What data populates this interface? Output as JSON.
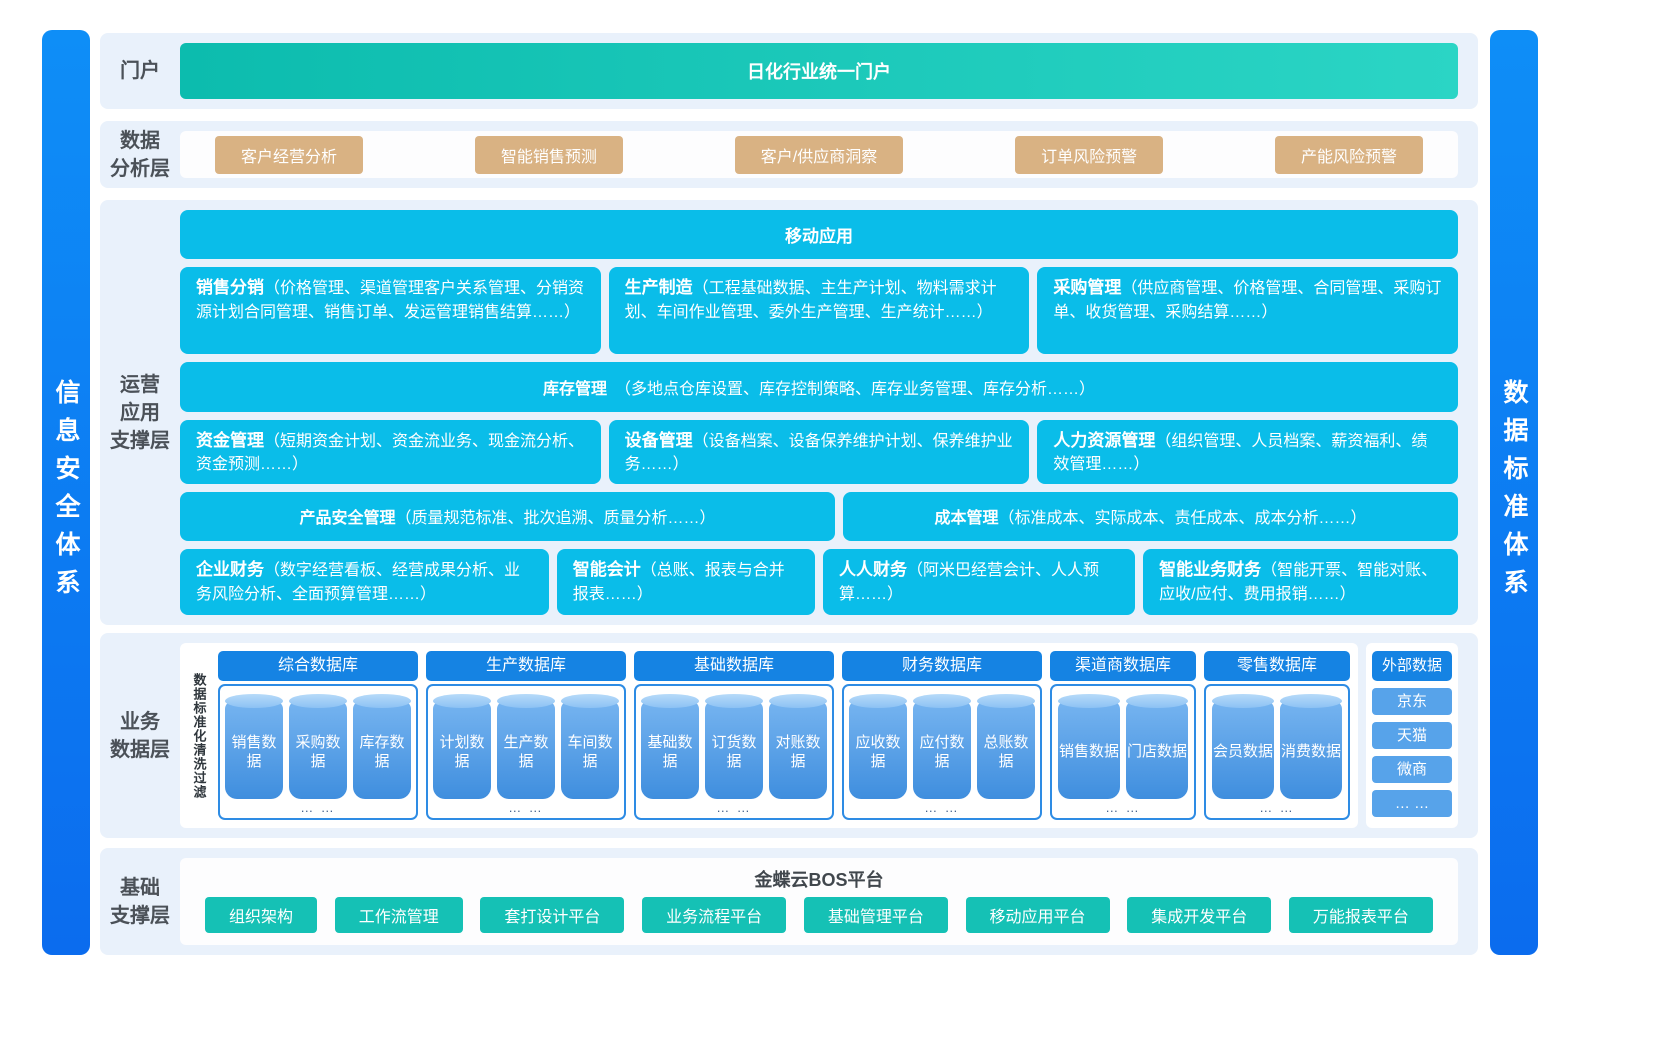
{
  "colors": {
    "teal": "#12c0b4",
    "cyan": "#0abde9",
    "tan": "#d9b283",
    "db_blue": "#1583e3",
    "sidebar_blue": "#0b7cf2",
    "panel_bg": "#e9f1fb"
  },
  "sidebar_left": "信息安全体系",
  "sidebar_right": "数据标准体系",
  "portal": {
    "label": "门户",
    "bar": "日化行业统一门户"
  },
  "analysis": {
    "label": [
      "数据",
      "分析层"
    ],
    "items": [
      "客户经营分析",
      "智能销售预测",
      "客户/供应商洞察",
      "订单风险预警",
      "产能风险预警"
    ]
  },
  "operations": {
    "label": [
      "运营",
      "应用",
      "支撑层"
    ],
    "mobile": "移动应用",
    "row1": [
      {
        "title": "销售分销",
        "desc": "（价格管理、渠道管理客户关系管理、分销资源计划合同管理、销售订单、发运管理销售结算……）"
      },
      {
        "title": "生产制造",
        "desc": "（工程基础数据、主生产计划、物料需求计划、车间作业管理、委外生产管理、生产统计……）"
      },
      {
        "title": "采购管理",
        "desc": "（供应商管理、价格管理、合同管理、采购订单、收货管理、采购结算……）"
      }
    ],
    "inventory": {
      "title": "库存管理",
      "desc": "（多地点仓库设置、库存控制策略、库存业务管理、库存分析……）"
    },
    "row2": [
      {
        "title": "资金管理",
        "desc": "（短期资金计划、资金流业务、现金流分析、资金预测……）"
      },
      {
        "title": "设备管理",
        "desc": "（设备档案、设备保养维护计划、保养维护业务……）"
      },
      {
        "title": "人力资源管理",
        "desc": "（组织管理、人员档案、薪资福利、绩效管理……）"
      }
    ],
    "row3": [
      {
        "title": "产品安全管理",
        "desc": "（质量规范标准、批次追溯、质量分析……）"
      },
      {
        "title": "成本管理",
        "desc": "（标准成本、实际成本、责任成本、成本分析……）"
      }
    ],
    "row4": [
      {
        "title": "企业财务",
        "desc": "（数字经营看板、经营成果分析、业务风险分析、全面预算管理……）"
      },
      {
        "title": "智能会计",
        "desc": "（总账、报表与合并报表……）"
      },
      {
        "title": "人人财务",
        "desc": "（阿米巴经营会计、人人预算……）"
      },
      {
        "title": "智能业务财务",
        "desc": "（智能开票、智能对账、应收/应付、费用报销……）"
      }
    ]
  },
  "databases": {
    "label": [
      "业务",
      "数据层"
    ],
    "strip": "数据标准化清洗过滤",
    "groups": [
      {
        "title": "综合数据库",
        "items": [
          "销售数据",
          "采购数据",
          "库存数据"
        ],
        "dots": "… …"
      },
      {
        "title": "生产数据库",
        "items": [
          "计划数据",
          "生产数据",
          "车间数据"
        ],
        "dots": "… …"
      },
      {
        "title": "基础数据库",
        "items": [
          "基础数据",
          "订货数据",
          "对账数据"
        ],
        "dots": "… …"
      },
      {
        "title": "财务数据库",
        "items": [
          "应收数据",
          "应付数据",
          "总账数据"
        ],
        "dots": "… …"
      },
      {
        "title": "渠道商数据库",
        "items": [
          "销售数据",
          "门店数据"
        ],
        "dots": "… …"
      },
      {
        "title": "零售数据库",
        "items": [
          "会员数据",
          "消费数据"
        ],
        "dots": "… …"
      }
    ],
    "external": {
      "title": "外部数据",
      "items": [
        "京东",
        "天猫",
        "微商",
        "… …"
      ]
    }
  },
  "foundation": {
    "label": [
      "基础",
      "支撑层"
    ],
    "title": "金蝶云BOS平台",
    "items": [
      "组织架构",
      "工作流管理",
      "套打设计平台",
      "业务流程平台",
      "基础管理平台",
      "移动应用平台",
      "集成开发平台",
      "万能报表平台"
    ]
  }
}
